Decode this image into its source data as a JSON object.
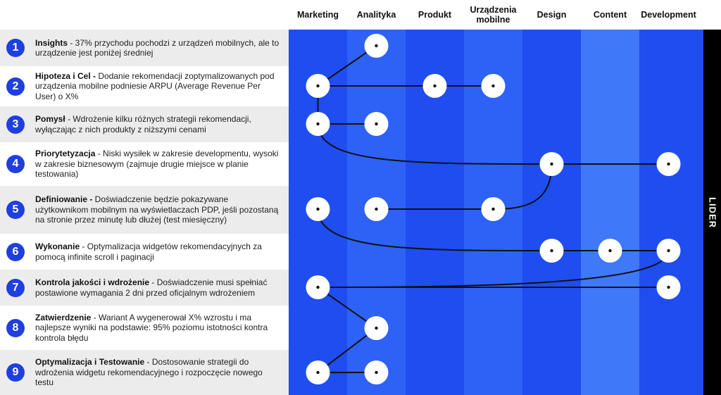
{
  "columns": [
    {
      "label": "Marketing",
      "shade": "#1f4df0"
    },
    {
      "label": "Analityka",
      "shade": "#2e62f6"
    },
    {
      "label": "Produkt",
      "shade": "#1f4df0"
    },
    {
      "label": "Urządzenia\nmobilne",
      "shade": "#2e62f6"
    },
    {
      "label": "Design",
      "shade": "#1f4df0"
    },
    {
      "label": "Content",
      "shade": "#3f78f8"
    },
    {
      "label": "Development",
      "shade": "#1f4df0"
    }
  ],
  "side_label": "LIDER",
  "colors": {
    "badge": "#1f3fe0",
    "node": "#ffffff",
    "line": "#111111",
    "row_shade": "#ececec"
  },
  "steps": [
    {
      "num": "1",
      "title": "Insights",
      "desc": " - 37% przychodu pochodzi z urządzeń mobilnych, ale to urządzenie jest poniżej średniej",
      "nodes": [
        1
      ]
    },
    {
      "num": "2",
      "title": "Hipoteza i Cel -",
      "desc": " Dodanie rekomendacji zoptymalizowanych pod urządzenia mobilne podniesie ARPU (Average Revenue Per User) o X%",
      "nodes": [
        0,
        2,
        3
      ]
    },
    {
      "num": "3",
      "title": "Pomysł",
      "desc": " - Wdrożenie kilku różnych strategii rekomendacji, wyłączając z nich produkty z niższymi cenami",
      "nodes": [
        0,
        1
      ]
    },
    {
      "num": "4",
      "title": "Priorytetyzacja",
      "desc": " - Niski wysiłek w zakresie developmentu, wysoki w zakresie biznesowym (zajmuje drugie miejsce w planie testowania)",
      "nodes": [
        4,
        6
      ]
    },
    {
      "num": "5",
      "title": "Definiowanie -",
      "desc": " Doświadczenie będzie pokazywane użytkownikom mobilnym na wyświetlaczach PDP, jeśli pozostaną na stronie przez minutę lub dłużej (test miesięczny)",
      "nodes": [
        0,
        1,
        3
      ]
    },
    {
      "num": "6",
      "title": "Wykonanie",
      "desc": " - Optymalizacja widgetów rekomendacyjnych za pomocą infinite scroll i paginacji",
      "nodes": [
        4,
        5,
        6
      ]
    },
    {
      "num": "7",
      "title": "Kontrola jakości i wdrożenie",
      "desc": " - Doświadczenie musi spełniać postawione wymagania 2 dni przed oficjalnym wdrożeniem",
      "nodes": [
        0,
        6
      ]
    },
    {
      "num": "8",
      "title": "Zatwierdzenie",
      "desc": " - Wariant A wygenerował X% wzrostu i ma najlepsze wyniki na podstawie: 95% poziomu istotności kontra kontrola błędu",
      "nodes": [
        1
      ]
    },
    {
      "num": "9",
      "title": "Optymalizacja i Testowanie",
      "desc": " - Dostosowanie strategii do wdrożenia widgetu rekomendacyjnego i rozpoczęcie nowego testu",
      "nodes": [
        0,
        1
      ]
    }
  ],
  "connections": [
    {
      "from": [
        2,
        0
      ],
      "to": [
        1,
        1
      ],
      "kind": "straight"
    },
    {
      "from": [
        2,
        0
      ],
      "to": [
        2,
        3
      ],
      "kind": "straight"
    },
    {
      "from": [
        2,
        0
      ],
      "to": [
        3,
        0
      ],
      "kind": "straight"
    },
    {
      "from": [
        3,
        0
      ],
      "to": [
        3,
        1
      ],
      "kind": "straight"
    },
    {
      "from": [
        3,
        0
      ],
      "to": [
        4,
        4
      ],
      "kind": "curve"
    },
    {
      "from": [
        4,
        4
      ],
      "to": [
        4,
        6
      ],
      "kind": "straight"
    },
    {
      "from": [
        4,
        4
      ],
      "to": [
        5,
        3
      ],
      "kind": "curve"
    },
    {
      "from": [
        5,
        3
      ],
      "to": [
        5,
        1
      ],
      "kind": "straight"
    },
    {
      "from": [
        5,
        0
      ],
      "to": [
        6,
        4
      ],
      "kind": "curve"
    },
    {
      "from": [
        6,
        4
      ],
      "to": [
        6,
        6
      ],
      "kind": "straight"
    },
    {
      "from": [
        6,
        6
      ],
      "to": [
        7,
        0
      ],
      "kind": "curve"
    },
    {
      "from": [
        7,
        0
      ],
      "to": [
        7,
        6
      ],
      "kind": "straight"
    },
    {
      "from": [
        7,
        0
      ],
      "to": [
        8,
        1
      ],
      "kind": "straight"
    },
    {
      "from": [
        8,
        1
      ],
      "to": [
        9,
        0
      ],
      "kind": "straight"
    },
    {
      "from": [
        9,
        0
      ],
      "to": [
        9,
        1
      ],
      "kind": "straight"
    }
  ]
}
